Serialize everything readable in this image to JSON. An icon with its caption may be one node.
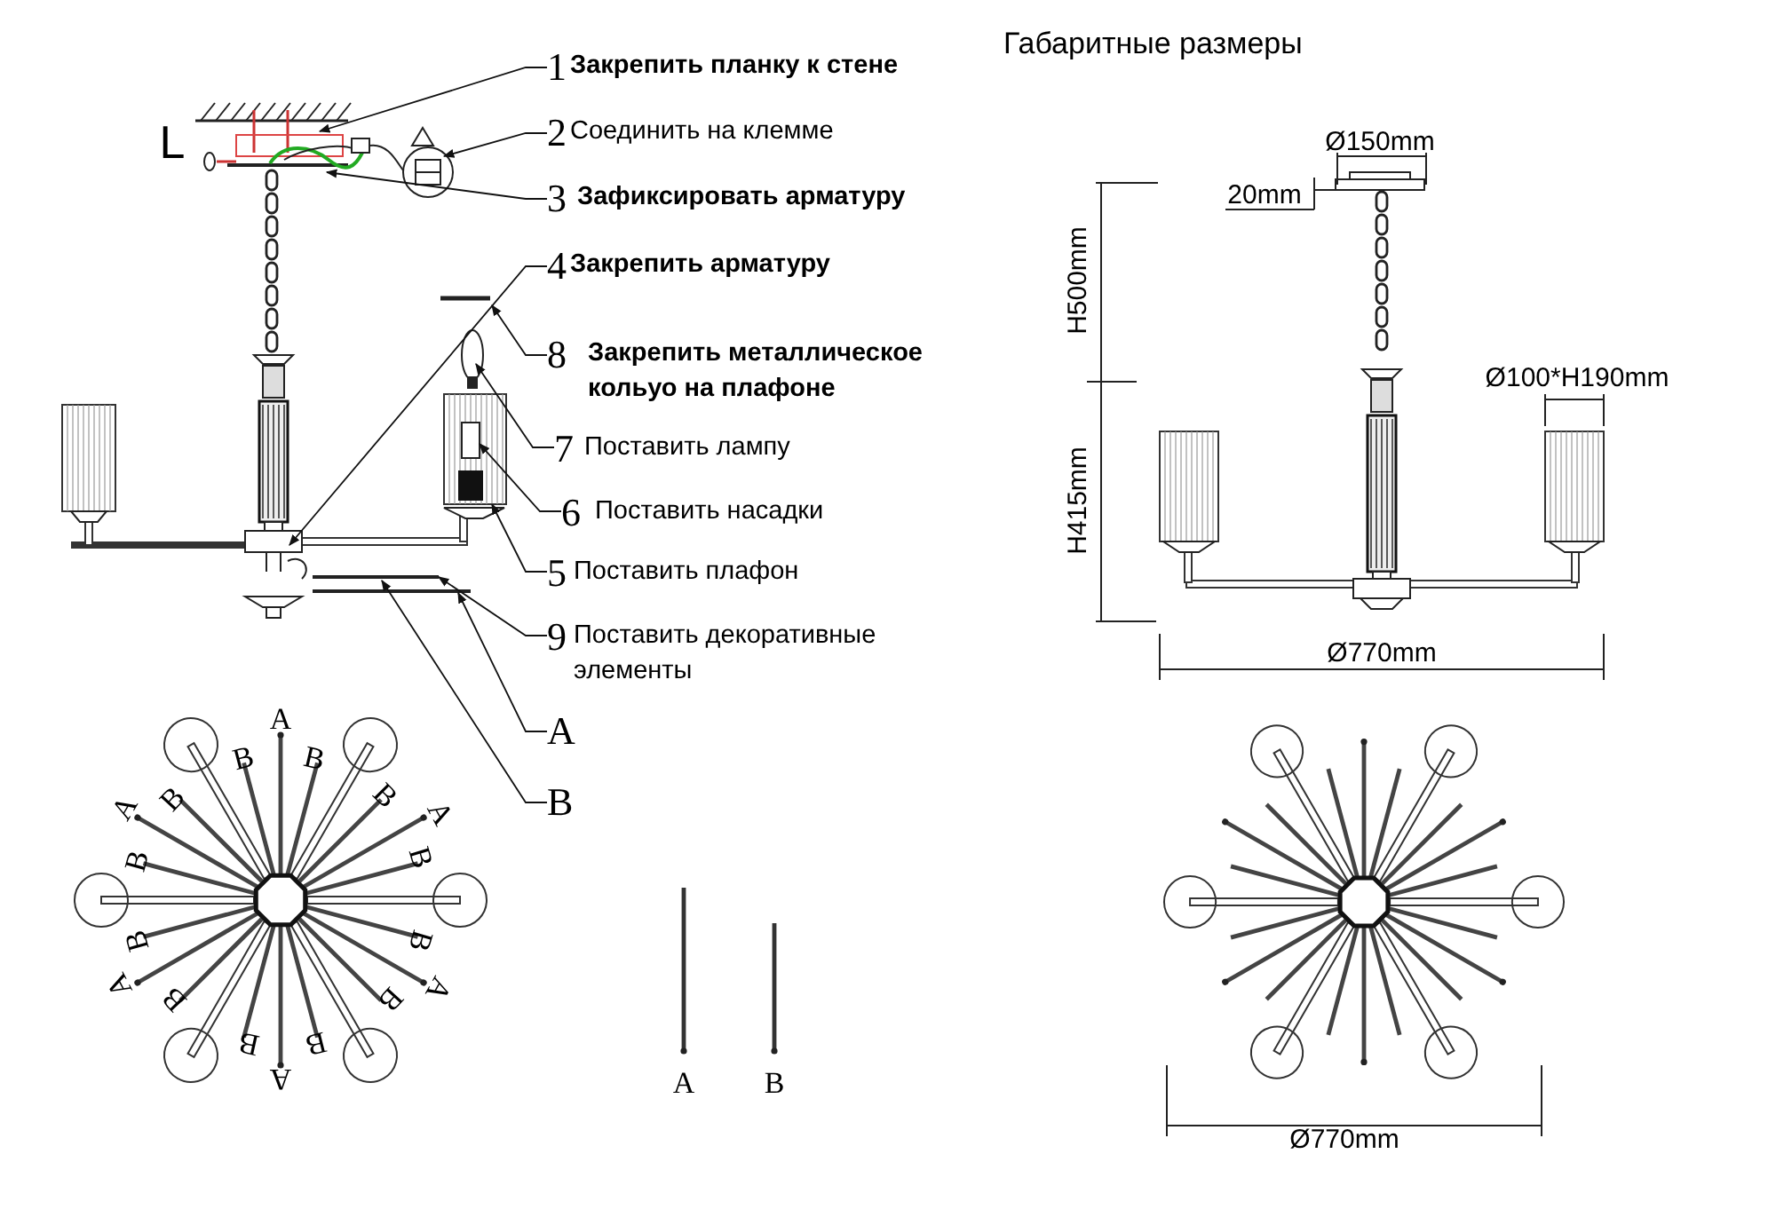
{
  "diagram": {
    "title": "Габаритные размеры",
    "nodes": [
      {
        "text": [
          "1",
          "Закрепить планку к стене"
        ]
      },
      {
        "text": [
          "2",
          "Соединить на клемме"
        ]
      },
      {
        "text": [
          "3",
          "Зафиксировать арматуру"
        ]
      },
      {
        "text": [
          "4",
          "Закрепить арматуру"
        ]
      },
      {
        "text": [
          "8",
          "Закрепить металлическое кольуо на плафоне"
        ]
      },
      {
        "text": [
          "7",
          "Поставить лампу"
        ]
      },
      {
        "text": [
          "6",
          "Поставить насадки"
        ]
      },
      {
        "text": [
          "5",
          "Поставить плафон"
        ]
      },
      {
        "text": [
          "9",
          "Поставить декоративные элементы"
        ]
      },
      {
        "text": [
          "A"
        ]
      },
      {
        "text": [
          "B"
        ]
      }
    ],
    "edges": [
      {
        "from": 0,
        "to": null,
        "arrow": "to"
      },
      {
        "from": 1,
        "to": null,
        "arrow": "to"
      },
      {
        "from": 2,
        "to": null,
        "arrow": "to"
      },
      {
        "from": 3,
        "to": null,
        "arrow": "to"
      },
      {
        "from": 4,
        "to": null,
        "arrow": "to"
      },
      {
        "from": 5,
        "to": null,
        "arrow": "to"
      },
      {
        "from": 6,
        "to": null,
        "arrow": "to"
      },
      {
        "from": 7,
        "to": null,
        "arrow": "to"
      },
      {
        "from": 8,
        "to": null,
        "arrow": "to"
      },
      {
        "from": 9,
        "to": null,
        "arrow": "to"
      },
      {
        "from": 10,
        "to": null,
        "arrow": "to"
      }
    ],
    "labels": [
      "L",
      "Ø150mm",
      "20mm",
      "H500mm",
      "Ø100*H190mm",
      "H415mm",
      "Ø770mm",
      "A",
      "B",
      "B",
      "A",
      "B",
      "B",
      "B",
      "A",
      "B",
      "B",
      "A",
      "B",
      "B",
      "A",
      "B",
      "B",
      "B",
      "A",
      "A",
      "B",
      "Ø770mm"
    ]
  }
}
